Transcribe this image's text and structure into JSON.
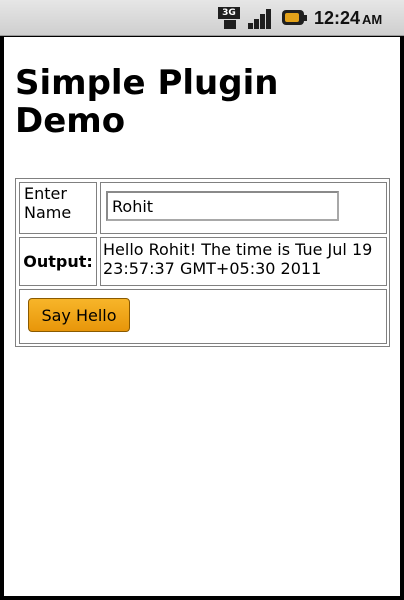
{
  "status_bar": {
    "network_label": "3G",
    "time": "12:24",
    "ampm": "AM",
    "accent": "#e3a21a",
    "icons": [
      "network-3g-icon",
      "signal-strength-icon",
      "battery-icon"
    ]
  },
  "page": {
    "title": "Simple Plugin Demo"
  },
  "form": {
    "name_label": "Enter Name",
    "name_value": "Rohit",
    "output_label": "Output:",
    "output_text": "Hello Rohit! The time is Tue Jul 19 23:57:37 GMT+05:30 2011",
    "button_label": "Say Hello",
    "button_color": "#f0a818"
  }
}
